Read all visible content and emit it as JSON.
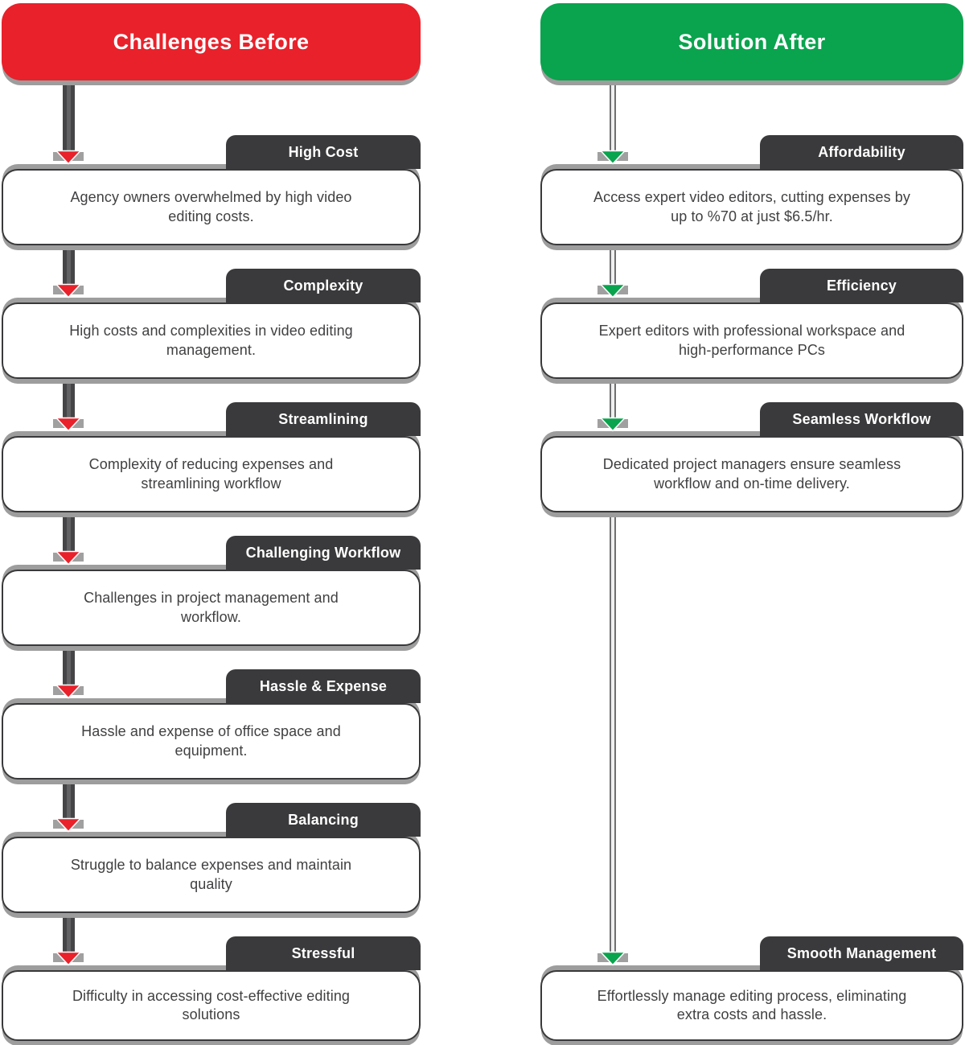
{
  "colors": {
    "challenge-accent": "#e8212b",
    "solution-accent": "#0aa34e",
    "tab-background": "#3a3a3c",
    "card-border": "#39393b",
    "body-text": "#414042",
    "shadow-gray": "#9d9d9d",
    "connector-gray": "#6f6f71"
  },
  "left": {
    "title": "Challenges Before",
    "cards": [
      {
        "tab": "High Cost",
        "text": "Agency owners overwhelmed by high video\nediting costs."
      },
      {
        "tab": "Complexity",
        "text": "High costs and complexities in video editing\nmanagement."
      },
      {
        "tab": "Streamlining",
        "text": "Complexity of reducing expenses and\nstreamlining workflow"
      },
      {
        "tab": "Challenging Workflow",
        "text": "Challenges in project management and\nworkflow."
      },
      {
        "tab": "Hassle & Expense",
        "text": "Hassle and expense of office space and\nequipment."
      },
      {
        "tab": "Balancing",
        "text": "Struggle to balance expenses and maintain\nquality"
      },
      {
        "tab": "Stressful",
        "text": "Difficulty in accessing cost-effective editing\nsolutions"
      }
    ]
  },
  "right": {
    "title": "Solution After",
    "cards": [
      {
        "tab": "Affordability",
        "text": "Access expert video editors, cutting expenses by\nup to %70 at just $6.5/hr."
      },
      {
        "tab": "Efficiency",
        "text": "Expert editors with professional workspace and\nhigh-performance PCs"
      },
      {
        "tab": "Seamless Workflow",
        "text": "Dedicated project managers ensure seamless\nworkflow and on-time delivery."
      },
      {
        "tab": "Smooth Management",
        "text": "Effortlessly manage editing process, eliminating\nextra costs and hassle."
      }
    ]
  }
}
